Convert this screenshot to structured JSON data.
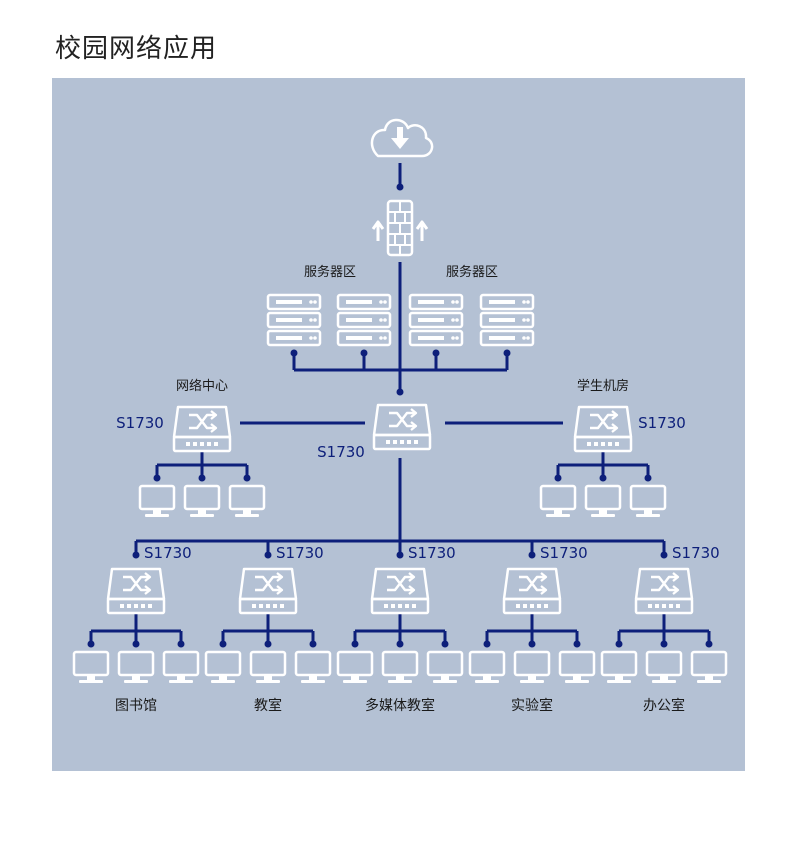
{
  "page_title": "校园网络应用",
  "colors": {
    "panel_bg": "#b4c1d4",
    "line": "#0d1f7a",
    "icon": "#ffffff"
  },
  "labels": {
    "server_zone_left": "服务器区",
    "server_zone_right": "服务器区",
    "network_center": "网络中心",
    "student_lab": "学生机房",
    "core_switch": "S1730",
    "left_switch": "S1730",
    "right_switch": "S1730",
    "access_switches": [
      "S1730",
      "S1730",
      "S1730",
      "S1730",
      "S1730"
    ],
    "rooms": [
      "图书馆",
      "教室",
      "多媒体教室",
      "实验室",
      "办公室"
    ]
  },
  "icons": [
    "cloud-download-icon",
    "firewall-icon",
    "server-icon",
    "switch-icon",
    "monitor-icon"
  ]
}
